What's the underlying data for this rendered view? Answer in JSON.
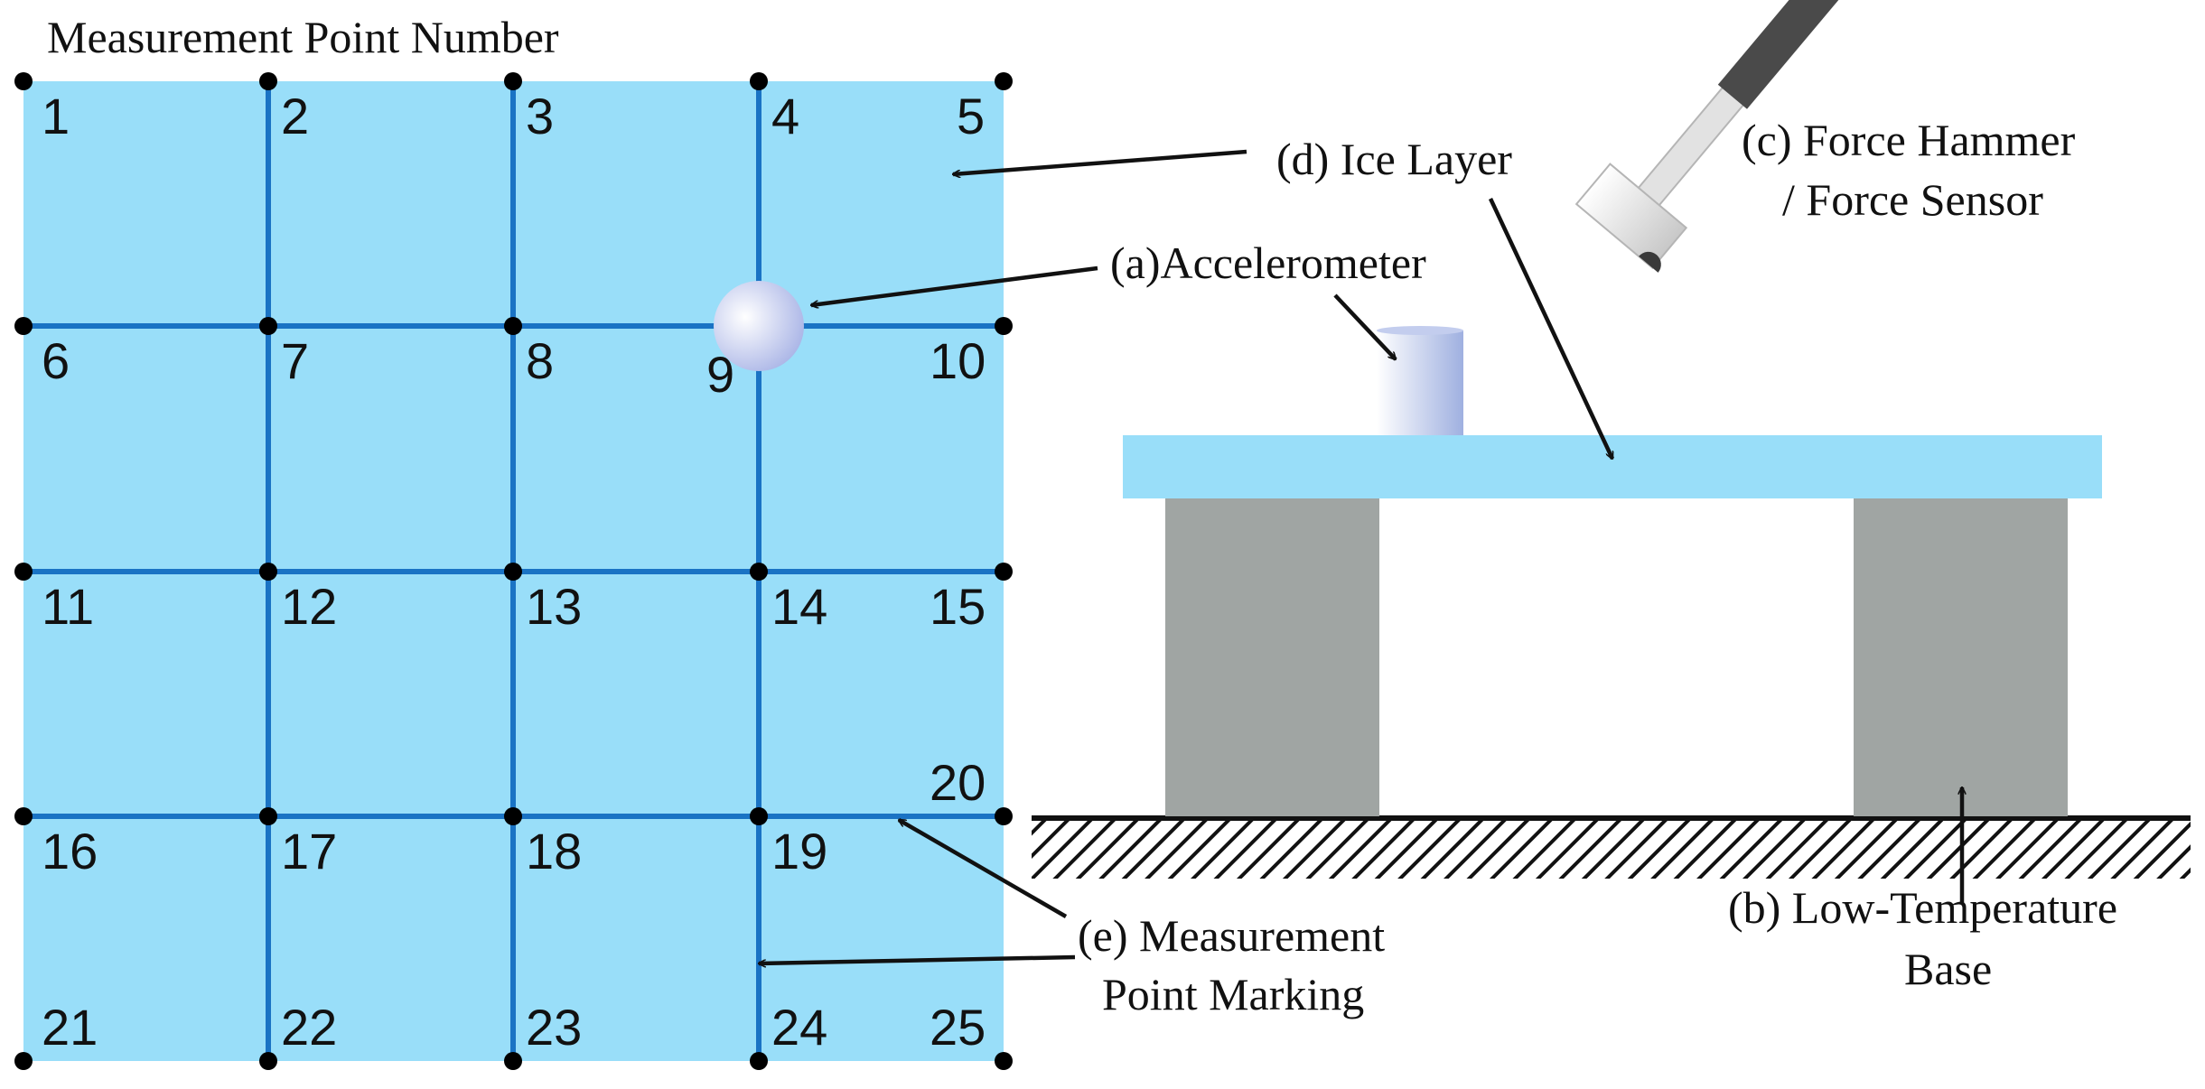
{
  "title": "Measurement Point Number",
  "point_numbers": [
    "1",
    "2",
    "3",
    "4",
    "5",
    "6",
    "7",
    "8",
    "9",
    "10",
    "11",
    "12",
    "13",
    "14",
    "15",
    "16",
    "17",
    "18",
    "19",
    "20",
    "21",
    "22",
    "23",
    "24",
    "25"
  ],
  "labels": {
    "ice_layer": "(d) Ice Layer",
    "accelerometer": "(a)Accelerometer",
    "force_hammer_line1": "(c) Force Hammer",
    "force_hammer_line2": "/ Force Sensor",
    "base_line1": "(b) Low-Temperature",
    "base_line2": "Base",
    "marking_line1": "(e) Measurement",
    "marking_line2": "Point Marking"
  },
  "colors": {
    "ice": "#99DEF9",
    "grid_line": "#1A73C4",
    "pillar": "#A0A5A3",
    "dot": "#000000"
  }
}
